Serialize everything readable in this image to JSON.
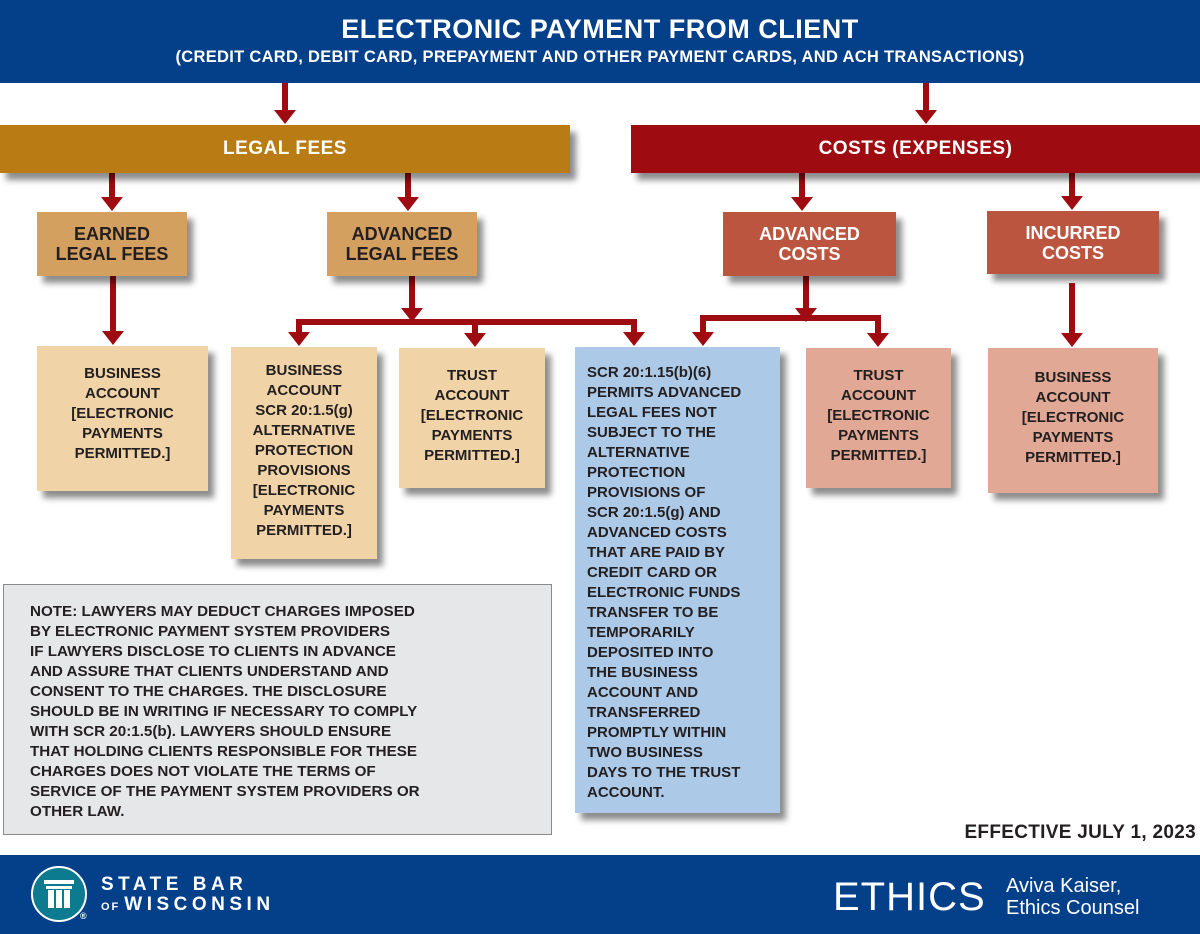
{
  "header": {
    "title": "ELECTRONIC PAYMENT FROM CLIENT",
    "subtitle": "(CREDIT CARD, DEBIT CARD, PREPAYMENT AND OTHER PAYMENT CARDS, AND ACH TRANSACTIONS)"
  },
  "categories": {
    "legal_fees": "LEGAL FEES",
    "costs": "COSTS (EXPENSES)"
  },
  "subcategories": {
    "earned_legal_fees": [
      "EARNED",
      "LEGAL FEES"
    ],
    "advanced_legal_fees": [
      "ADVANCED",
      "LEGAL FEES"
    ],
    "advanced_costs": [
      "ADVANCED",
      "COSTS"
    ],
    "incurred_costs": [
      "INCURRED",
      "COSTS"
    ]
  },
  "leaves": {
    "earned_business_account": [
      "BUSINESS",
      "ACCOUNT",
      "[ELECTRONIC",
      "PAYMENTS",
      "PERMITTED.]"
    ],
    "advanced_business_account": [
      "BUSINESS",
      "ACCOUNT",
      "SCR 20:1.5(g)",
      "ALTERNATIVE",
      "PROTECTION",
      "PROVISIONS",
      "[ELECTRONIC",
      "PAYMENTS",
      "PERMITTED.]"
    ],
    "advanced_trust_account": [
      "TRUST",
      "ACCOUNT",
      "[ELECTRONIC",
      "PAYMENTS",
      "PERMITTED.]"
    ],
    "scr_rule": [
      "SCR 20:1.15(b)(6)",
      "PERMITS ADVANCED",
      "LEGAL FEES NOT",
      "SUBJECT TO THE",
      "ALTERNATIVE",
      "PROTECTION",
      "PROVISIONS OF",
      "SCR 20:1.5(g) AND",
      "ADVANCED COSTS",
      "THAT ARE PAID BY",
      "CREDIT CARD OR",
      "ELECTRONIC FUNDS",
      "TRANSFER TO BE",
      "TEMPORARILY",
      "DEPOSITED INTO",
      "THE BUSINESS",
      "ACCOUNT AND",
      "TRANSFERRED",
      "PROMPTLY WITHIN",
      "TWO BUSINESS",
      "DAYS TO THE TRUST",
      "ACCOUNT."
    ],
    "costs_trust_account": [
      "TRUST",
      "ACCOUNT",
      "[ELECTRONIC",
      "PAYMENTS",
      "PERMITTED.]"
    ],
    "incurred_business_account": [
      "BUSINESS",
      "ACCOUNT",
      "[ELECTRONIC",
      "PAYMENTS",
      "PERMITTED.]"
    ]
  },
  "note": [
    "NOTE: LAWYERS MAY DEDUCT CHARGES IMPOSED",
    "BY ELECTRONIC PAYMENT SYSTEM PROVIDERS",
    "IF LAWYERS DISCLOSE TO CLIENTS IN ADVANCE",
    "AND ASSURE THAT CLIENTS UNDERSTAND AND",
    "CONSENT TO THE CHARGES. THE DISCLOSURE",
    "SHOULD BE IN WRITING IF NECESSARY TO COMPLY",
    "WITH SCR 20:1.5(b). LAWYERS SHOULD ENSURE",
    "THAT HOLDING CLIENTS RESPONSIBLE FOR THESE",
    "CHARGES DOES NOT VIOLATE THE TERMS OF",
    "SERVICE OF THE PAYMENT SYSTEM PROVIDERS OR",
    "OTHER LAW."
  ],
  "effective_date": "EFFECTIVE JULY 1, 2023",
  "footer": {
    "brand_line1": "STATE BAR",
    "brand_of": "OF",
    "brand_line2": "WISCONSIN",
    "registered": "®",
    "section": "ETHICS",
    "author_name": "Aviva Kaiser,",
    "author_title": "Ethics Counsel"
  },
  "colors": {
    "navy": "#043f8a",
    "gold": "#b97c14",
    "crimson": "#9e0b10",
    "tan": "#d4a060",
    "light_tan": "#f0d4a8",
    "brick": "#bc5540",
    "salmon": "#e0a895",
    "light_blue": "#adc9e8",
    "note_gray": "#e6e7e8",
    "arrow": "#9e0b10"
  }
}
